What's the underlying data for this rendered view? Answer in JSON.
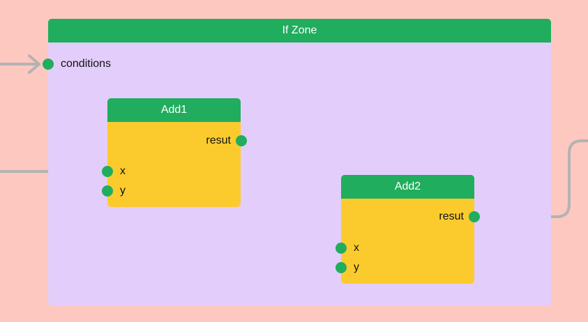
{
  "zone": {
    "title": "If Zone",
    "input_label": "conditions"
  },
  "nodes": [
    {
      "title": "Add1",
      "inputs": [
        "x",
        "y"
      ],
      "output": "resut"
    },
    {
      "title": "Add2",
      "inputs": [
        "x",
        "y"
      ],
      "output": "resut"
    }
  ],
  "colors": {
    "background": "#fdc8c0",
    "zone_body": "#e3cdfb",
    "header": "#20ad5e",
    "node_body": "#fbcb2e",
    "port": "#20ad5e",
    "wire": "#b3b3b3"
  }
}
